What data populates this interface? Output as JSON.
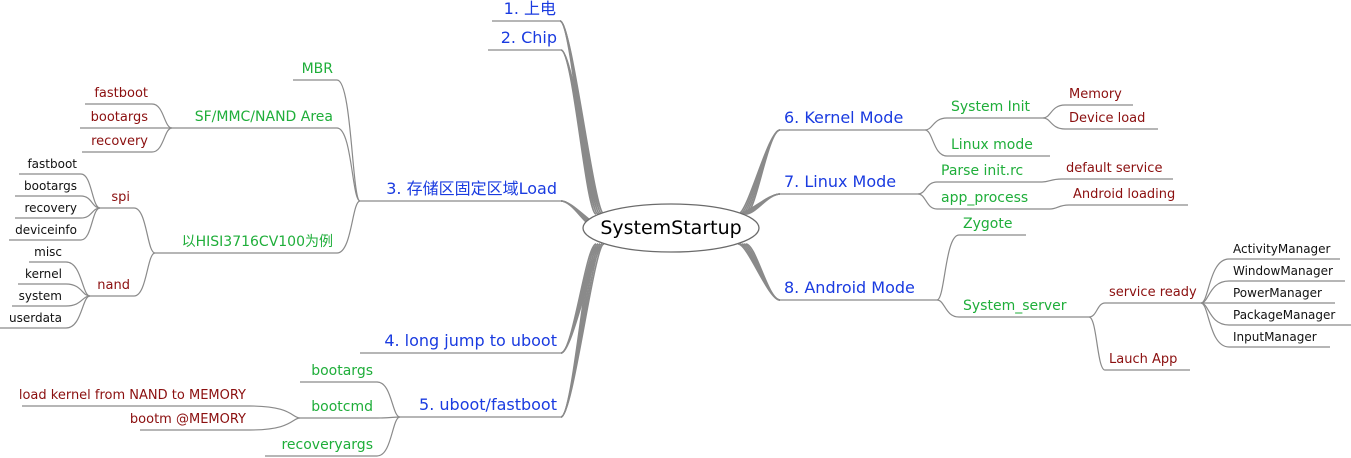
{
  "root": {
    "label": "SystemStartup"
  },
  "branches": [
    {
      "id": "b1",
      "label": "1. 上电",
      "children": []
    },
    {
      "id": "b2",
      "label": "2. Chip",
      "children": []
    },
    {
      "id": "b3",
      "label": "3. 存储区固定区域Load",
      "children": [
        {
          "id": "b3a",
          "label": "MBR",
          "children": []
        },
        {
          "id": "b3b",
          "label": "SF/MMC/NAND Area",
          "children": [
            {
              "id": "b3b1",
              "label": "fastboot"
            },
            {
              "id": "b3b2",
              "label": "bootargs"
            },
            {
              "id": "b3b3",
              "label": "recovery"
            }
          ]
        },
        {
          "id": "b3c",
          "label": "以HISI3716CV100为例",
          "children": [
            {
              "id": "b3c1",
              "label": "spi",
              "children": [
                {
                  "id": "b3c1a",
                  "label": "fastboot"
                },
                {
                  "id": "b3c1b",
                  "label": "bootargs"
                },
                {
                  "id": "b3c1c",
                  "label": "recovery"
                },
                {
                  "id": "b3c1d",
                  "label": "deviceinfo"
                }
              ]
            },
            {
              "id": "b3c2",
              "label": "nand",
              "children": [
                {
                  "id": "b3c2a",
                  "label": "misc"
                },
                {
                  "id": "b3c2b",
                  "label": "kernel"
                },
                {
                  "id": "b3c2c",
                  "label": "system"
                },
                {
                  "id": "b3c2d",
                  "label": "userdata"
                }
              ]
            }
          ]
        }
      ]
    },
    {
      "id": "b4",
      "label": "4. long jump to uboot",
      "children": []
    },
    {
      "id": "b5",
      "label": "5. uboot/fastboot",
      "children": [
        {
          "id": "b5a",
          "label": "bootargs",
          "children": []
        },
        {
          "id": "b5b",
          "label": "bootcmd",
          "children": [
            {
              "id": "b5b1",
              "label": "load kernel from NAND to MEMORY"
            },
            {
              "id": "b5b2",
              "label": "bootm @MEMORY"
            }
          ]
        },
        {
          "id": "b5c",
          "label": "recoveryargs",
          "children": []
        }
      ]
    },
    {
      "id": "b6",
      "label": "6. Kernel Mode",
      "children": [
        {
          "id": "b6a",
          "label": "System Init",
          "children": [
            {
              "id": "b6a1",
              "label": "Memory"
            },
            {
              "id": "b6a2",
              "label": "Device load"
            }
          ]
        },
        {
          "id": "b6b",
          "label": "Linux mode",
          "children": []
        }
      ]
    },
    {
      "id": "b7",
      "label": "7. Linux Mode",
      "children": [
        {
          "id": "b7a",
          "label": "Parse init.rc",
          "children": [
            {
              "id": "b7a1",
              "label": "default service"
            }
          ]
        },
        {
          "id": "b7b",
          "label": "app_process",
          "children": [
            {
              "id": "b7b1",
              "label": "Android loading"
            }
          ]
        }
      ]
    },
    {
      "id": "b8",
      "label": "8. Android Mode",
      "children": [
        {
          "id": "b8a",
          "label": "Zygote",
          "children": []
        },
        {
          "id": "b8b",
          "label": "System_server",
          "children": [
            {
              "id": "b8b1",
              "label": "service ready",
              "children": [
                {
                  "id": "b8b1a",
                  "label": "ActivityManager"
                },
                {
                  "id": "b8b1b",
                  "label": "WindowManager"
                },
                {
                  "id": "b8b1c",
                  "label": "PowerManager"
                },
                {
                  "id": "b8b1d",
                  "label": "PackageManager"
                },
                {
                  "id": "b8b1e",
                  "label": "InputManager"
                }
              ]
            },
            {
              "id": "b8b2",
              "label": "Lauch App",
              "children": []
            }
          ]
        }
      ]
    }
  ],
  "colors": {
    "level1": "#1a3be0",
    "level2": "#1fae3a",
    "level3": "#8b0f0f",
    "level4": "#111111",
    "connector": "#8a8a8a"
  }
}
